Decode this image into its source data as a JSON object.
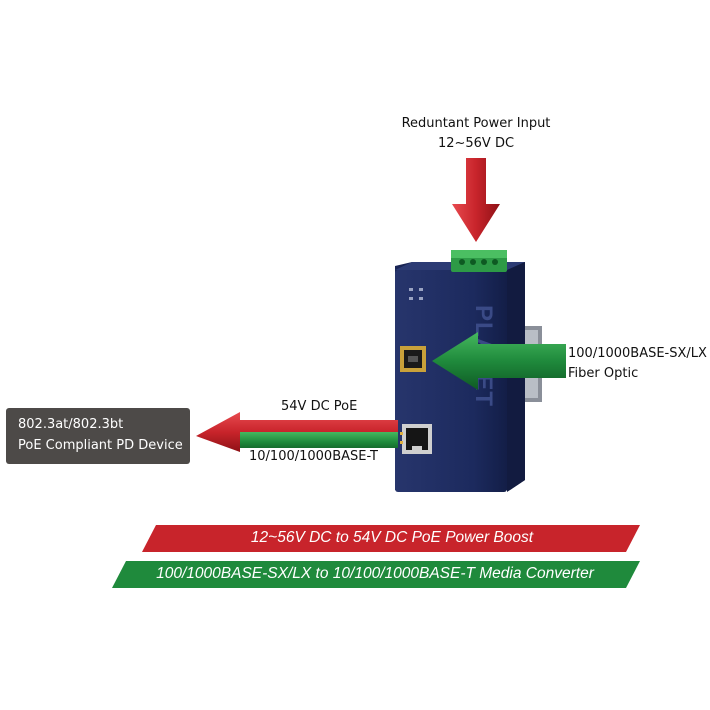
{
  "power_input": {
    "line1": "Reduntant Power Input",
    "line2": "12~56V DC"
  },
  "fiber": {
    "line1": "100/1000BASE-SX/LX",
    "line2": "Fiber Optic"
  },
  "poe_output": {
    "top_label": "54V DC PoE",
    "bottom_label": "10/100/1000BASE-T"
  },
  "pd_device": {
    "line1": "802.3at/802.3bt",
    "line2": "PoE Compliant PD Device"
  },
  "device": {
    "brand": "PLANET"
  },
  "banners": {
    "red": "12~56V DC to 54V DC PoE Power Boost",
    "green": "100/1000BASE-SX/LX to 10/100/1000BASE-T Media Converter"
  },
  "colors": {
    "red": "#c8242b",
    "green": "#1f8a3c",
    "device_blue": "#1c2a5e",
    "pd_box": "#4d4a48"
  }
}
